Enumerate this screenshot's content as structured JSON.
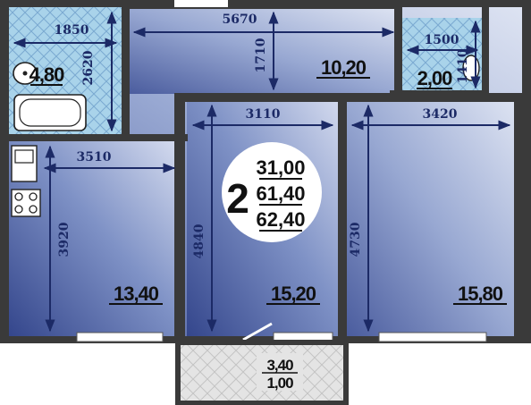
{
  "apartment": {
    "rooms": "2",
    "living_area": "31,00",
    "total_area": "61,40",
    "total_area_with_balcony": "62,40"
  },
  "rooms": {
    "bathroom": {
      "area": "4,80"
    },
    "hall": {
      "area": "10,20"
    },
    "wc": {
      "area": "2,00"
    },
    "kitchen": {
      "area": "13,40"
    },
    "bedroom_middle": {
      "area": "15,20"
    },
    "bedroom_right": {
      "area": "15,80"
    },
    "balcony": {
      "area": "3,40",
      "area_reduced": "1,00"
    }
  },
  "dimensions": {
    "bath_width": "1850",
    "bath_height": "2620",
    "hall_width": "5670",
    "hall_depth": "1710",
    "wc_width": "1500",
    "wc_height": "1410",
    "kitchen_width": "3510",
    "kitchen_height": "3920",
    "mid_width": "3110",
    "mid_height": "4840",
    "right_width": "3420",
    "right_height": "4730"
  },
  "colors": {
    "wall": "#3a3a3a",
    "room_light": "#c9d2ea",
    "room_dark": "#3e5196",
    "tile": "#a9d3ea",
    "dimension": "#1c2a66"
  }
}
